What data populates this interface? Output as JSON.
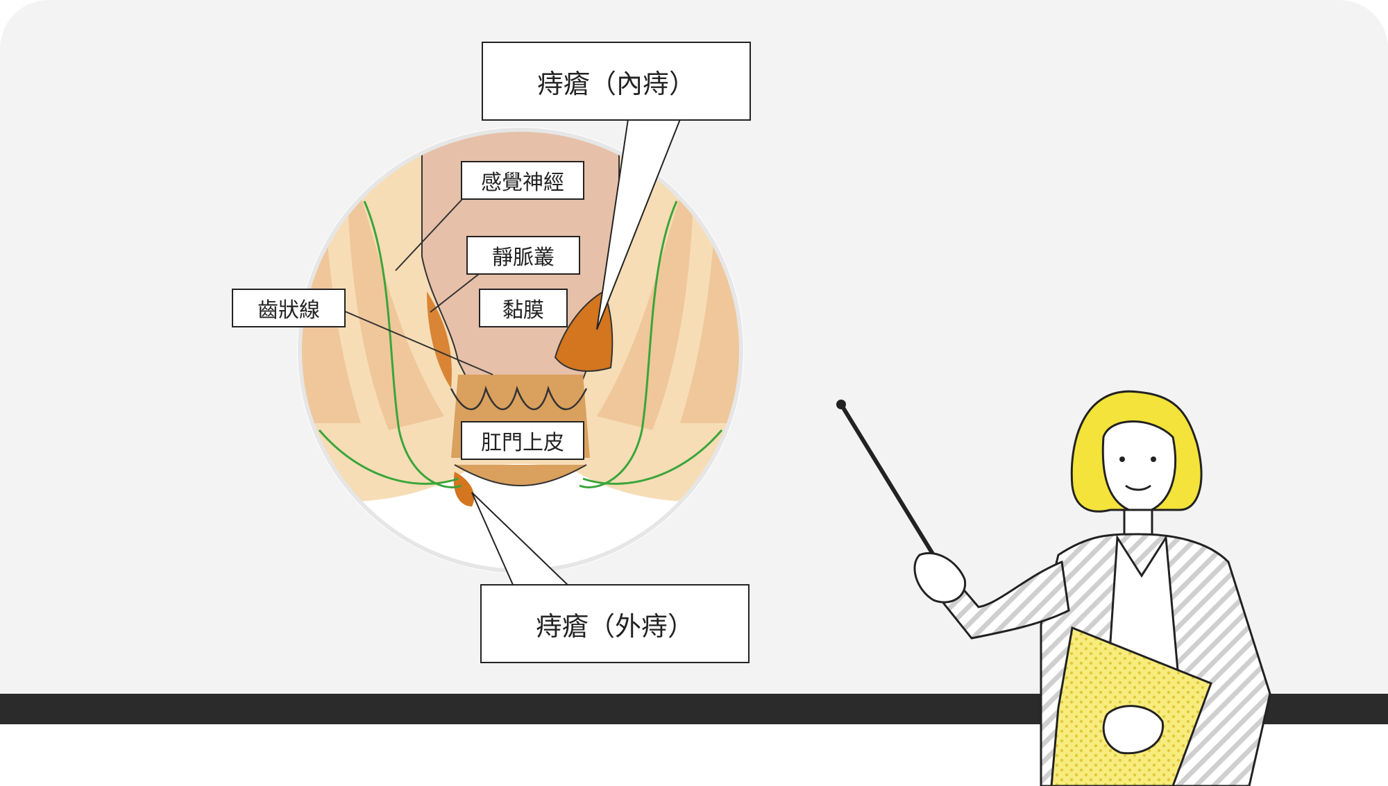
{
  "diagram": {
    "labels": {
      "internal": "痔瘡（內痔）",
      "sensory_nerve": "感覺神經",
      "venous_plexus": "靜脈叢",
      "dentate_line": "齒狀線",
      "mucosa": "黏膜",
      "anal_epithelium": "肛門上皮",
      "external": "痔瘡（外痔）"
    }
  },
  "colors": {
    "board": "#f3f3f3",
    "ledge": "#2b2b2b",
    "tissue_light": "#f6ddb6",
    "tissue_mid": "#efc79a",
    "rectum": "#e6c0a8",
    "canal": "#d9a05e",
    "hemorrhoid": "#d4751f",
    "nerve": "#3aa53a",
    "presenter_hair": "#f3e33b",
    "clipboard": "#f7ec7d"
  }
}
